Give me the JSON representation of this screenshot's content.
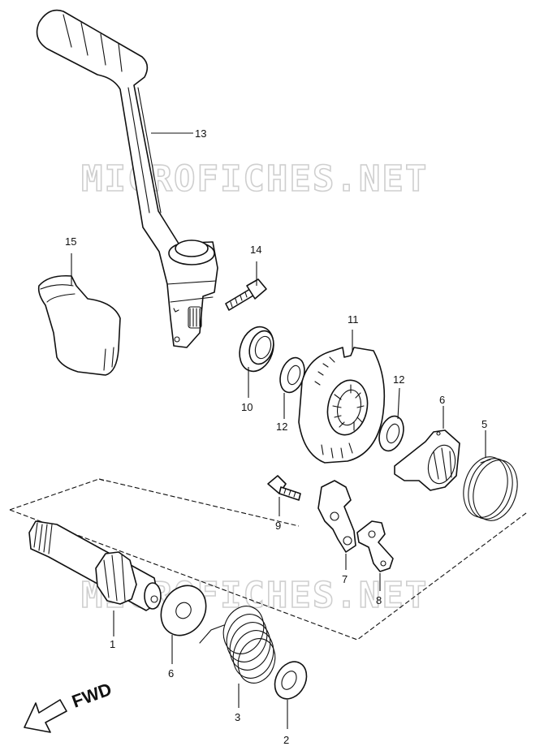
{
  "watermark": "MICROFICHES.NET",
  "direction_label": "FWD",
  "callouts": {
    "c1": "1",
    "c2": "2",
    "c3": "3",
    "c5": "5",
    "c6a": "6",
    "c6b": "6",
    "c7": "7",
    "c8": "8",
    "c9": "9",
    "c10": "10",
    "c11": "11",
    "c12a": "12",
    "c12b": "12",
    "c13": "13",
    "c14": "14",
    "c15": "15"
  },
  "icons": {
    "direction": "arrow-left-down-icon"
  }
}
